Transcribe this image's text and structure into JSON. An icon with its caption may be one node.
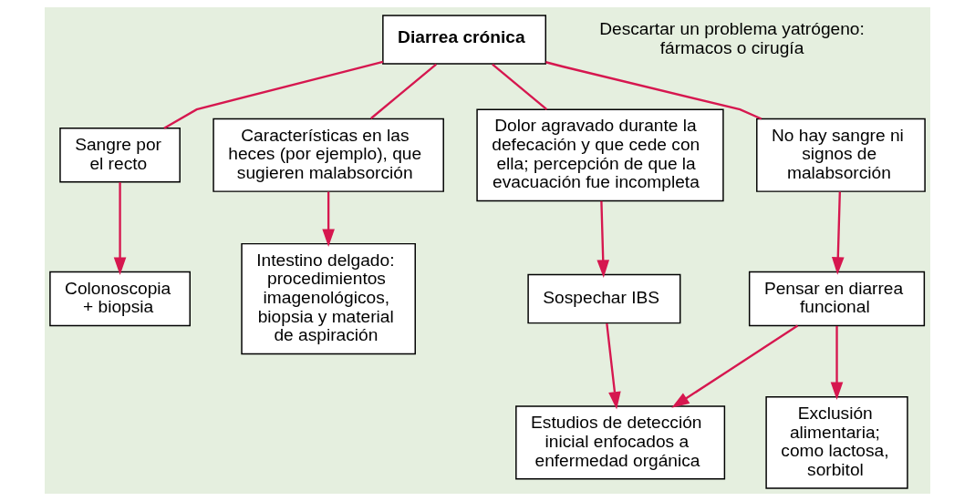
{
  "diagram": {
    "nodes": [
      {
        "text": [
          "Diarrea crónica"
        ]
      },
      {
        "text": [
          "Sangre por el recto"
        ]
      },
      {
        "text": [
          "Características en las heces (por ejemplo), que sugieren malabsorción"
        ]
      },
      {
        "text": [
          "Dolor agravado durante la defecación y que cede con ella; percepción de que la evacuación fue incompleta"
        ]
      },
      {
        "text": [
          "No hay sangre ni signos de malabsorción"
        ]
      },
      {
        "text": [
          "Colonoscopia + biopsia"
        ]
      },
      {
        "text": [
          "Intestino delgado: procedimientos imagenológicos, biopsia y material de aspiración"
        ]
      },
      {
        "text": [
          "Sospechar IBS"
        ]
      },
      {
        "text": [
          "Pensar en diarrea funcional"
        ]
      },
      {
        "text": [
          "Estudios de detección inicial enfocados a enfermedad orgánica"
        ]
      },
      {
        "text": [
          "Exclusión alimentaria; como lactosa, sorbitol"
        ]
      }
    ],
    "edges": [
      {
        "from": 0,
        "to": 1,
        "arrow": "none"
      },
      {
        "from": 0,
        "to": 2,
        "arrow": "none"
      },
      {
        "from": 0,
        "to": 3,
        "arrow": "none"
      },
      {
        "from": 0,
        "to": 4,
        "arrow": "none"
      },
      {
        "from": 1,
        "to": 5,
        "arrow": "to"
      },
      {
        "from": 2,
        "to": 6,
        "arrow": "to"
      },
      {
        "from": 3,
        "to": 7,
        "arrow": "to"
      },
      {
        "from": 4,
        "to": 8,
        "arrow": "to"
      },
      {
        "from": 7,
        "to": 9,
        "arrow": "to"
      },
      {
        "from": 8,
        "to": 9,
        "arrow": "to"
      },
      {
        "from": 8,
        "to": 10,
        "arrow": "to"
      }
    ],
    "labels": [
      "Descartar un problema yatrógeno: fármacos o cirugía"
    ]
  }
}
